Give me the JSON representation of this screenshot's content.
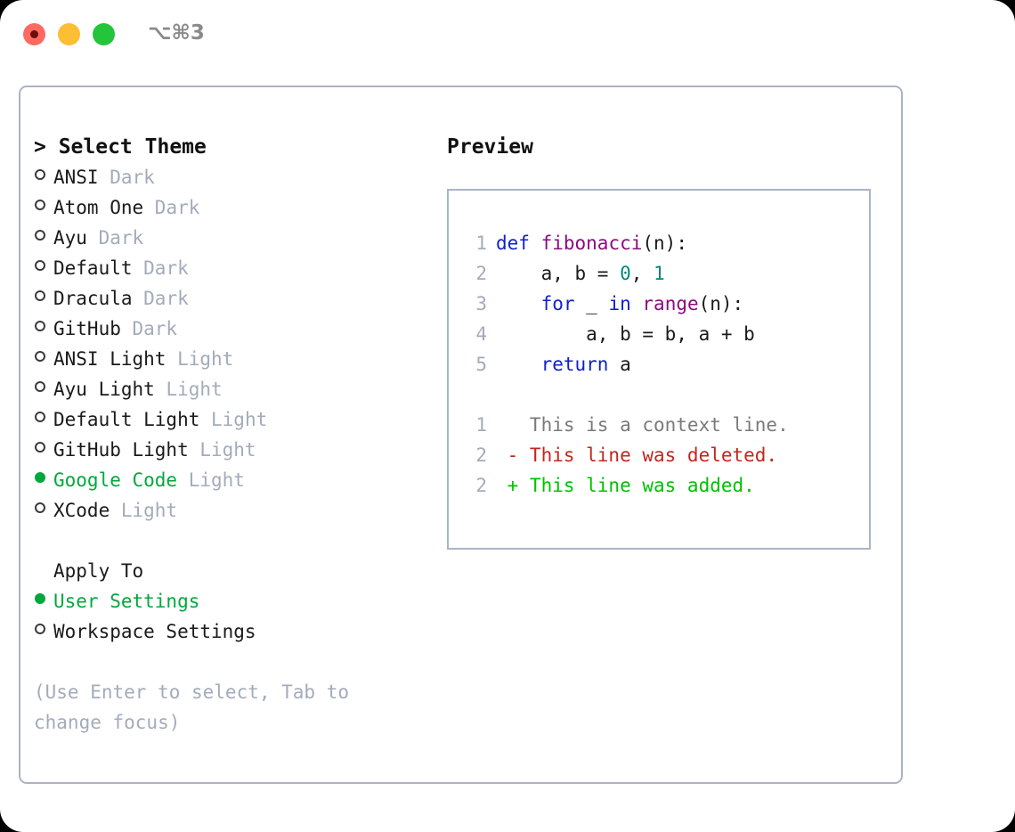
{
  "window": {
    "title": "⌥⌘3",
    "traffic_lights": [
      "close",
      "minimize",
      "maximize"
    ]
  },
  "left": {
    "heading": "> Select Theme",
    "themes": [
      {
        "name": "ANSI",
        "kind": "Dark",
        "selected": false
      },
      {
        "name": "Atom One",
        "kind": "Dark",
        "selected": false
      },
      {
        "name": "Ayu",
        "kind": "Dark",
        "selected": false
      },
      {
        "name": "Default",
        "kind": "Dark",
        "selected": false
      },
      {
        "name": "Dracula",
        "kind": "Dark",
        "selected": false
      },
      {
        "name": "GitHub",
        "kind": "Dark",
        "selected": false
      },
      {
        "name": "ANSI Light",
        "kind": "Light",
        "selected": false
      },
      {
        "name": "Ayu Light",
        "kind": "Light",
        "selected": false
      },
      {
        "name": "Default Light",
        "kind": "Light",
        "selected": false
      },
      {
        "name": "GitHub Light",
        "kind": "Light",
        "selected": false
      },
      {
        "name": "Google Code",
        "kind": "Light",
        "selected": true
      },
      {
        "name": "XCode",
        "kind": "Light",
        "selected": false
      }
    ],
    "apply_to_heading": "Apply To",
    "apply_to": [
      {
        "name": "User Settings",
        "selected": true
      },
      {
        "name": "Workspace Settings",
        "selected": false
      }
    ],
    "hint": "(Use Enter to select, Tab to change focus)"
  },
  "right": {
    "heading": "Preview",
    "code_lines": [
      {
        "no": "1",
        "tokens": [
          {
            "t": "def",
            "c": "kw"
          },
          {
            "t": " ",
            "c": "pln"
          },
          {
            "t": "fibonacci",
            "c": "fn"
          },
          {
            "t": "(n):",
            "c": "pln"
          }
        ]
      },
      {
        "no": "2",
        "tokens": [
          {
            "t": "    a, b = ",
            "c": "pln"
          },
          {
            "t": "0",
            "c": "num"
          },
          {
            "t": ", ",
            "c": "pln"
          },
          {
            "t": "1",
            "c": "num"
          }
        ]
      },
      {
        "no": "3",
        "tokens": [
          {
            "t": "    ",
            "c": "pln"
          },
          {
            "t": "for",
            "c": "kw"
          },
          {
            "t": " _ ",
            "c": "pln"
          },
          {
            "t": "in",
            "c": "kw"
          },
          {
            "t": " ",
            "c": "pln"
          },
          {
            "t": "range",
            "c": "fn"
          },
          {
            "t": "(n):",
            "c": "pln"
          }
        ]
      },
      {
        "no": "4",
        "tokens": [
          {
            "t": "        a, b = b, a + b",
            "c": "pln"
          }
        ]
      },
      {
        "no": "5",
        "tokens": [
          {
            "t": "    ",
            "c": "pln"
          },
          {
            "t": "return",
            "c": "kw"
          },
          {
            "t": " a",
            "c": "pln"
          }
        ]
      }
    ],
    "diff_lines": [
      {
        "no": "1",
        "sign": " ",
        "text": "This is a context line.",
        "c": "ctx"
      },
      {
        "no": "2",
        "sign": "-",
        "text": "This line was deleted.",
        "c": "del"
      },
      {
        "no": "2",
        "sign": "+",
        "text": "This line was added.",
        "c": "add"
      }
    ]
  },
  "colors": {
    "accent_green": "#00a83c",
    "diff_add": "#00c000",
    "diff_del": "#c0271e",
    "muted": "#a3abbb",
    "border": "#aab4c4",
    "keyword": "#1020d0",
    "function": "#8b0a82",
    "number": "#008878"
  }
}
